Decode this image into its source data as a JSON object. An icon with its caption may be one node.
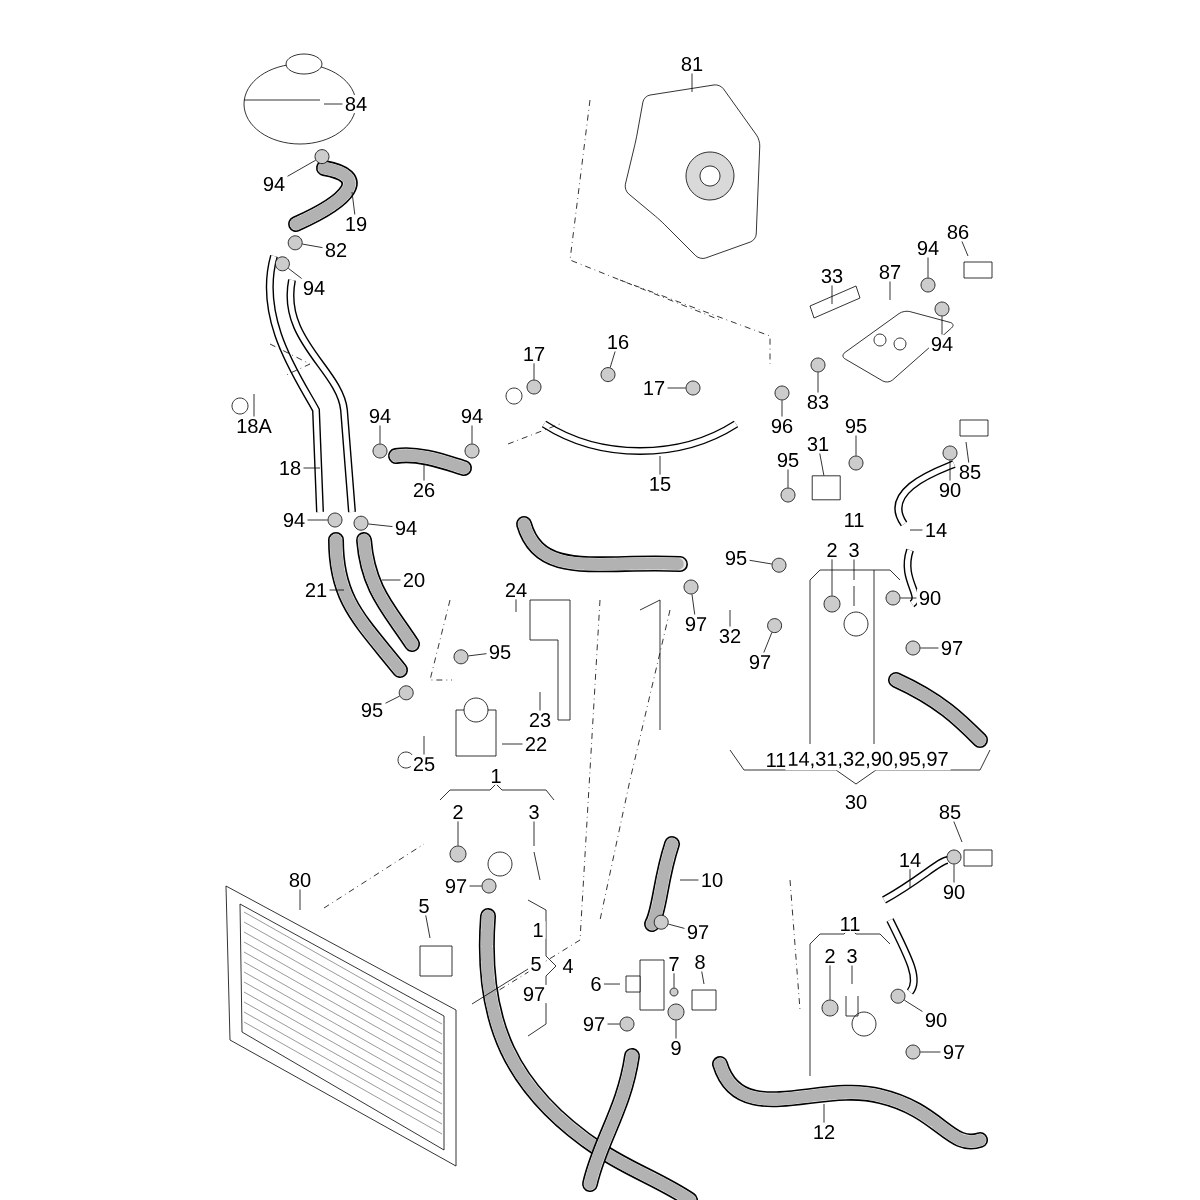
{
  "diagram": {
    "nodes": [
      {
        "text": [
          "81"
        ]
      },
      {
        "text": [
          "84"
        ]
      },
      {
        "text": [
          "94"
        ]
      },
      {
        "text": [
          "19"
        ]
      },
      {
        "text": [
          "86"
        ]
      },
      {
        "text": [
          "82"
        ]
      },
      {
        "text": [
          "94"
        ]
      },
      {
        "text": [
          "33"
        ]
      },
      {
        "text": [
          "87"
        ]
      },
      {
        "text": [
          "94"
        ]
      },
      {
        "text": [
          "16"
        ]
      },
      {
        "text": [
          "94"
        ]
      },
      {
        "text": [
          "17"
        ]
      },
      {
        "text": [
          "17"
        ]
      },
      {
        "text": [
          "83"
        ]
      },
      {
        "text": [
          "94"
        ]
      },
      {
        "text": [
          "94"
        ]
      },
      {
        "text": [
          "18A"
        ]
      },
      {
        "text": [
          "96"
        ]
      },
      {
        "text": [
          "95"
        ]
      },
      {
        "text": [
          "31"
        ]
      },
      {
        "text": [
          "95"
        ]
      },
      {
        "text": [
          "18"
        ]
      },
      {
        "text": [
          "85"
        ]
      },
      {
        "text": [
          "15"
        ]
      },
      {
        "text": [
          "26"
        ]
      },
      {
        "text": [
          "90"
        ]
      },
      {
        "text": [
          "94"
        ]
      },
      {
        "text": [
          "94"
        ]
      },
      {
        "text": [
          "14"
        ]
      },
      {
        "text": [
          "2"
        ]
      },
      {
        "text": [
          "3"
        ]
      },
      {
        "text": [
          "95"
        ]
      },
      {
        "text": [
          "21"
        ]
      },
      {
        "text": [
          "20"
        ]
      },
      {
        "text": [
          "24"
        ]
      },
      {
        "text": [
          "90"
        ]
      },
      {
        "text": [
          "95"
        ]
      },
      {
        "text": [
          "97"
        ]
      },
      {
        "text": [
          "97"
        ]
      },
      {
        "text": [
          "32"
        ]
      },
      {
        "text": [
          "97"
        ]
      },
      {
        "text": [
          "95"
        ]
      },
      {
        "text": [
          "23"
        ]
      },
      {
        "text": [
          "22"
        ]
      },
      {
        "text": [
          "25"
        ]
      },
      {
        "text": [
          "2"
        ]
      },
      {
        "text": [
          "3"
        ]
      },
      {
        "text": [
          "80"
        ]
      },
      {
        "text": [
          "10"
        ]
      },
      {
        "text": [
          "97"
        ]
      },
      {
        "text": [
          "5"
        ]
      },
      {
        "text": [
          "97"
        ]
      },
      {
        "text": [
          "7"
        ]
      },
      {
        "text": [
          "8"
        ]
      },
      {
        "text": [
          "6"
        ]
      },
      {
        "text": [
          "97"
        ]
      },
      {
        "text": [
          "9"
        ]
      },
      {
        "text": [
          "85"
        ]
      },
      {
        "text": [
          "14"
        ]
      },
      {
        "text": [
          "90"
        ]
      },
      {
        "text": [
          "2"
        ]
      },
      {
        "text": [
          "3"
        ]
      },
      {
        "text": [
          "90"
        ]
      },
      {
        "text": [
          "97"
        ]
      },
      {
        "text": [
          "12"
        ]
      },
      {
        "text": [
          "5"
        ]
      },
      {
        "text": [],
        "shape": "circle"
      },
      {
        "text": [],
        "shape": "circle"
      },
      {
        "text": [],
        "shape": "circle"
      },
      {
        "text": [],
        "shape": "circle"
      },
      {
        "text": [],
        "shape": "circle"
      },
      {
        "text": [],
        "shape": "circle"
      },
      {
        "text": [],
        "shape": "circle"
      },
      {
        "text": [],
        "shape": "circle"
      },
      {
        "text": [],
        "shape": "circle"
      },
      {
        "text": [],
        "shape": "circle"
      },
      {
        "text": [],
        "shape": "circle"
      },
      {
        "text": [],
        "shape": "circle"
      },
      {
        "text": [],
        "shape": "circle"
      },
      {
        "text": [],
        "shape": "circle"
      },
      {
        "text": [],
        "shape": "circle"
      },
      {
        "text": [],
        "shape": "circle"
      },
      {
        "text": [],
        "shape": "circle"
      },
      {
        "text": [],
        "shape": "circle"
      },
      {
        "text": [],
        "shape": "circle"
      },
      {
        "text": [],
        "shape": "circle"
      },
      {
        "text": [],
        "shape": "circle"
      },
      {
        "text": [],
        "shape": "circle"
      },
      {
        "text": [],
        "shape": "circle"
      },
      {
        "text": [],
        "shape": "circle"
      },
      {
        "text": [],
        "shape": "circle"
      },
      {
        "text": [],
        "shape": "circle"
      },
      {
        "text": [],
        "shape": "circle"
      },
      {
        "text": [],
        "shape": "circle"
      },
      {
        "text": [],
        "shape": "circle"
      },
      {
        "text": [],
        "shape": "circle"
      },
      {
        "text": [],
        "shape": "circle"
      },
      {
        "text": [],
        "shape": "circle"
      },
      {
        "text": [],
        "shape": "circle"
      },
      {
        "text": [],
        "shape": "circle"
      },
      {
        "text": [],
        "shape": "circle"
      },
      {
        "text": [],
        "shape": "box"
      }
    ],
    "edges": [
      {
        "from": 0,
        "to": null,
        "arrow": "none"
      },
      {
        "from": 1,
        "to": null,
        "arrow": "none"
      },
      {
        "from": 2,
        "to": 67,
        "arrow": "none"
      },
      {
        "from": 3,
        "to": null,
        "arrow": "none"
      },
      {
        "from": 4,
        "to": null,
        "arrow": "none"
      },
      {
        "from": 5,
        "to": 68,
        "arrow": "none"
      },
      {
        "from": 6,
        "to": 69,
        "arrow": "none"
      },
      {
        "from": 7,
        "to": null,
        "arrow": "none"
      },
      {
        "from": 8,
        "to": null,
        "arrow": "none"
      },
      {
        "from": 9,
        "to": 70,
        "arrow": "none"
      },
      {
        "from": 10,
        "to": 71,
        "arrow": "none"
      },
      {
        "from": 11,
        "to": 72,
        "arrow": "none"
      },
      {
        "from": 12,
        "to": 73,
        "arrow": "none"
      },
      {
        "from": 13,
        "to": 74,
        "arrow": "none"
      },
      {
        "from": 14,
        "to": 75,
        "arrow": "none"
      },
      {
        "from": 15,
        "to": 76,
        "arrow": "none"
      },
      {
        "from": 16,
        "to": 77,
        "arrow": "none"
      },
      {
        "from": 17,
        "to": null,
        "arrow": "none"
      },
      {
        "from": 18,
        "to": 78,
        "arrow": "none"
      },
      {
        "from": 19,
        "to": 79,
        "arrow": "none"
      },
      {
        "from": 20,
        "to": 102,
        "arrow": "none"
      },
      {
        "from": 21,
        "to": 80,
        "arrow": "none"
      },
      {
        "from": 22,
        "to": null,
        "arrow": "none"
      },
      {
        "from": 23,
        "to": null,
        "arrow": "none"
      },
      {
        "from": 24,
        "to": null,
        "arrow": "none"
      },
      {
        "from": 25,
        "to": null,
        "arrow": "none"
      },
      {
        "from": 26,
        "to": 81,
        "arrow": "none"
      },
      {
        "from": 27,
        "to": 82,
        "arrow": "none"
      },
      {
        "from": 28,
        "to": 83,
        "arrow": "none"
      },
      {
        "from": 29,
        "to": null,
        "arrow": "none"
      },
      {
        "from": 30,
        "to": 84,
        "arrow": "none"
      },
      {
        "from": 31,
        "to": null,
        "arrow": "none"
      },
      {
        "from": 32,
        "to": 85,
        "arrow": "none"
      },
      {
        "from": 33,
        "to": null,
        "arrow": "none"
      },
      {
        "from": 34,
        "to": null,
        "arrow": "none"
      },
      {
        "from": 35,
        "to": null,
        "arrow": "none"
      },
      {
        "from": 36,
        "to": 86,
        "arrow": "none"
      },
      {
        "from": 37,
        "to": 87,
        "arrow": "none"
      },
      {
        "from": 38,
        "to": 88,
        "arrow": "none"
      },
      {
        "from": 39,
        "to": 89,
        "arrow": "none"
      },
      {
        "from": 40,
        "to": null,
        "arrow": "none"
      },
      {
        "from": 41,
        "to": 90,
        "arrow": "none"
      },
      {
        "from": 42,
        "to": 91,
        "arrow": "none"
      },
      {
        "from": 43,
        "to": null,
        "arrow": "none"
      },
      {
        "from": 44,
        "to": null,
        "arrow": "none"
      },
      {
        "from": 45,
        "to": null,
        "arrow": "none"
      },
      {
        "from": 46,
        "to": 92,
        "arrow": "none"
      },
      {
        "from": 47,
        "to": null,
        "arrow": "none"
      },
      {
        "from": 48,
        "to": null,
        "arrow": "none"
      },
      {
        "from": 49,
        "to": null,
        "arrow": "none"
      },
      {
        "from": 50,
        "to": 93,
        "arrow": "none"
      },
      {
        "from": 51,
        "to": null,
        "arrow": "none"
      },
      {
        "from": 52,
        "to": 94,
        "arrow": "none"
      },
      {
        "from": 53,
        "to": 95,
        "arrow": "none"
      },
      {
        "from": 54,
        "to": null,
        "arrow": "none"
      },
      {
        "from": 55,
        "to": null,
        "arrow": "none"
      },
      {
        "from": 56,
        "to": 96,
        "arrow": "none"
      },
      {
        "from": 57,
        "to": 97,
        "arrow": "none"
      },
      {
        "from": 58,
        "to": null,
        "arrow": "none"
      },
      {
        "from": 59,
        "to": null,
        "arrow": "none"
      },
      {
        "from": 60,
        "to": 98,
        "arrow": "none"
      },
      {
        "from": 61,
        "to": 99,
        "arrow": "none"
      },
      {
        "from": 62,
        "to": null,
        "arrow": "none"
      },
      {
        "from": 63,
        "to": 100,
        "arrow": "none"
      },
      {
        "from": 64,
        "to": 101,
        "arrow": "none"
      },
      {
        "from": 65,
        "to": null,
        "arrow": "none"
      },
      {
        "from": 66,
        "to": null,
        "arrow": "none"
      }
    ],
    "labels": [
      "11",
      "11",
      "14,31,32,90,95,97",
      "1",
      "30",
      "11",
      "1",
      "4",
      "97"
    ]
  }
}
